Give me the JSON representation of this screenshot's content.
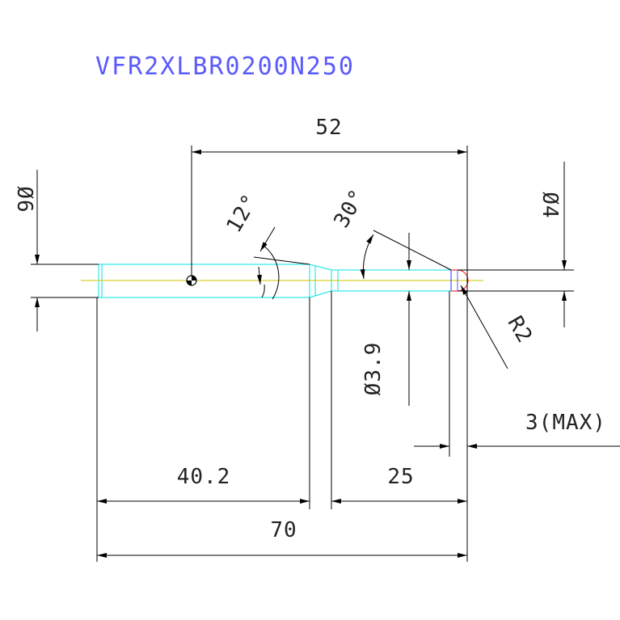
{
  "title": "VFR2XLBR0200N250",
  "labels": {
    "overall_length": "70",
    "flute_to_tip": "52",
    "shank_length": "40.2",
    "neck_length": "25",
    "shank_dia": "Ø6",
    "tool_dia": "Ø4",
    "neck_dia": "Ø3.9",
    "taper_angle": "12°",
    "tip_angle": "30°",
    "radius": "R2",
    "max_depth": "3(MAX)"
  },
  "colors": {
    "title": "#5a5aff",
    "outline": "#00e5e5",
    "centerline": "#d4c300",
    "tip_red": "#ff0000",
    "tip_blue": "#2030ff",
    "dimension": "#000000"
  }
}
